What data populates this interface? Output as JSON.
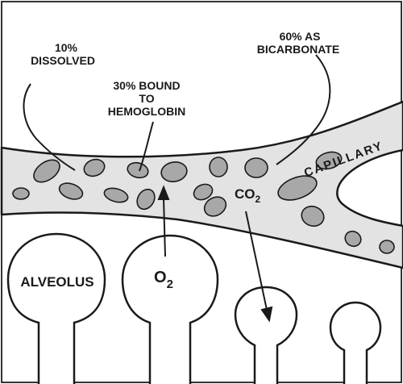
{
  "labels": {
    "dissolved_pct": "10%",
    "dissolved": "DISSOLVED",
    "bound_line1": "30% BOUND",
    "bound_line2": "TO",
    "bound_line3": "HEMOGLOBIN",
    "bicarb_line1": "60% AS",
    "bicarb_line2": "BICARBONATE",
    "capillary": "CAPILLARY",
    "co2_main": "CO",
    "co2_sub": "2",
    "o2_main": "O",
    "o2_sub": "2",
    "alveolus": "ALVEOLUS"
  },
  "colors": {
    "vessel_fill": "#e3e3e3",
    "cell_fill": "#a8a8a8",
    "stroke": "#1a1a1a",
    "frame": "#333333"
  }
}
